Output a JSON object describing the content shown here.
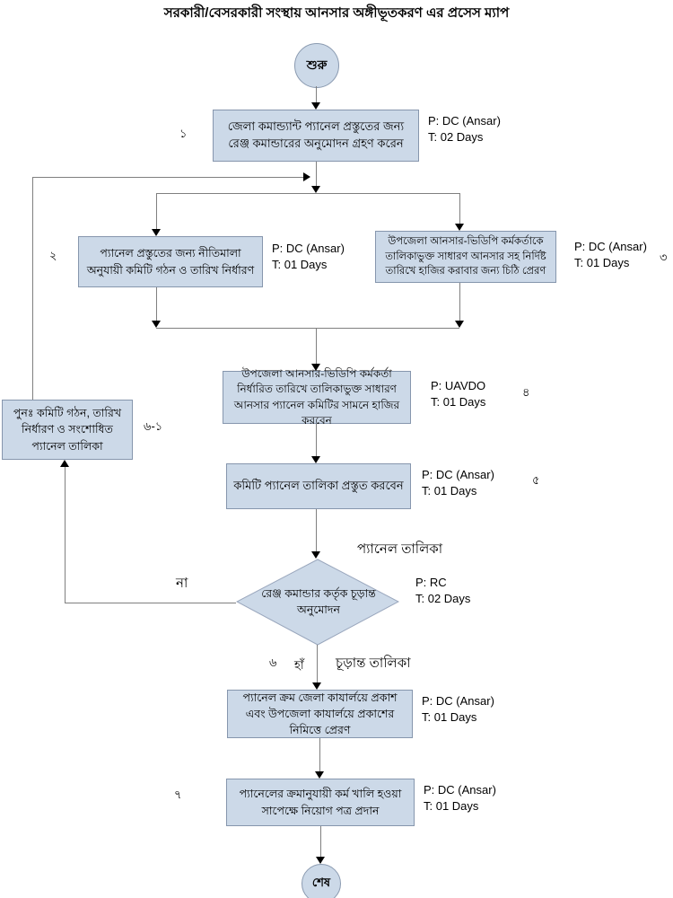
{
  "title": "সরকারী/বেসরকারী সংস্থায় আনসার অঙ্গীভূতকরণ এর প্রসেস ম্যাপ",
  "colors": {
    "node_fill": "#ccd9e8",
    "node_border": "#8696ad",
    "connector": "#7f7f7f",
    "arrowhead": "#000000"
  },
  "nodes": {
    "start": {
      "label": "শুরু"
    },
    "step1": {
      "number": "১",
      "text": "জেলা কমান্ড্যান্ট প্যানেল প্রস্তুতের জন্য রেঞ্জ কমান্ডারের অনুমোদন গ্রহণ করেন",
      "annotation": {
        "p": "P: DC (Ansar)",
        "t": "T: 02 Days"
      }
    },
    "step2": {
      "number": "২",
      "text": "প্যানেল প্রস্তুতের জন্য নীতিমালা অনুযায়ী কমিটি গঠন ও তারিখ নির্ধারণ",
      "annotation": {
        "p": "P: DC (Ansar)",
        "t": "T: 01 Days"
      }
    },
    "step3": {
      "number": "৩",
      "text": "উপজেলা আনসার-ভিডিপি কর্মকর্তাকে তালিকাভুক্ত সাধারণ আনসার সহ নির্দিষ্ট তারিখে হাজির করাবার জন্য চিঠি প্রেরণ",
      "annotation": {
        "p": "P: DC (Ansar)",
        "t": "T: 01 Days"
      }
    },
    "step4": {
      "number": "৪",
      "text": "উপজেলা আনসার-ভিডিপি কর্মকর্তা নির্ধারিত তারিখে তালিকাভুক্ত সাধারণ আনসার প্যানেল কমিটির সামনে হাজির করবেন",
      "annotation": {
        "p": "P: UAVDO",
        "t": "T: 01 Days"
      }
    },
    "step5": {
      "number": "৫",
      "text": "কমিটি প্যানেল তালিকা প্রস্তুত করবেন",
      "annotation": {
        "p": "P: DC (Ansar)",
        "t": "T: 01 Days"
      }
    },
    "decision": {
      "number": "৬",
      "text": "রেঞ্জ কমান্ডার কর্তৃক চূড়ান্ত অনুমোদন",
      "annotation": {
        "p": "P: RC",
        "t": "T: 02 Days"
      },
      "label_no": "না",
      "label_yes": "হাঁ"
    },
    "rework": {
      "number": "৬-১",
      "text": "পুনঃ  কমিটি গঠন, তারিখ নির্ধারণ ও সংশোধিত প্যানেল তালিকা"
    },
    "step6": {
      "text": "প্যানেল ক্রম জেলা কাযার্লয়ে প্রকাশ এবং উপজেলা কাযার্লয়ে প্রকাশের নিমিত্তে প্রেরণ",
      "annotation": {
        "p": "P: DC (Ansar)",
        "t": "T: 01 Days"
      }
    },
    "step7": {
      "number": "৭",
      "text": "প্যানেলের ক্রমানুযায়ী কর্ম খালি হওয়া সাপেক্ষে নিয়োগ পত্র প্রদান",
      "annotation": {
        "p": "P: DC (Ansar)",
        "t": "T: 01 Days"
      }
    },
    "end": {
      "label": "শেষ"
    }
  },
  "flow_labels": {
    "panel_list": "প্যানেল তালিকা",
    "final_list": "চূড়ান্ত তালিকা"
  }
}
